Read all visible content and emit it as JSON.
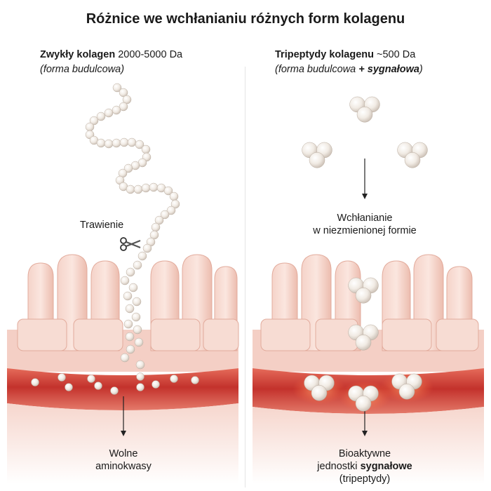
{
  "title": "Różnice we wchłanianiu różnych form kolagenu",
  "left": {
    "heading_bold": "Zwykły kolagen",
    "heading_rest": " 2000-5000 Da",
    "subtitle": "(forma budulcowa)",
    "digestion_label": "Trawienie",
    "bottom_label_line1": "Wolne",
    "bottom_label_line2": "aminokwasy"
  },
  "right": {
    "heading_bold": "Tripeptydy kolagenu",
    "heading_rest": " ~500 Da",
    "subtitle_start": "(forma budulcowa ",
    "subtitle_bold": "+ sygnałowa",
    "subtitle_end": ")",
    "absorption_line1": "Wchłanianie",
    "absorption_line2": "w niezmienionej formie",
    "bottom_line1": "Bioaktywne",
    "bottom_line2_start": "jednostki ",
    "bottom_line2_bold": "sygnałowe",
    "bottom_line3": "(tripeptydy)"
  },
  "colors": {
    "tissue": "#f3c9bf",
    "blood_vessel": "#c9302e",
    "pearl": "#f4ede6"
  }
}
